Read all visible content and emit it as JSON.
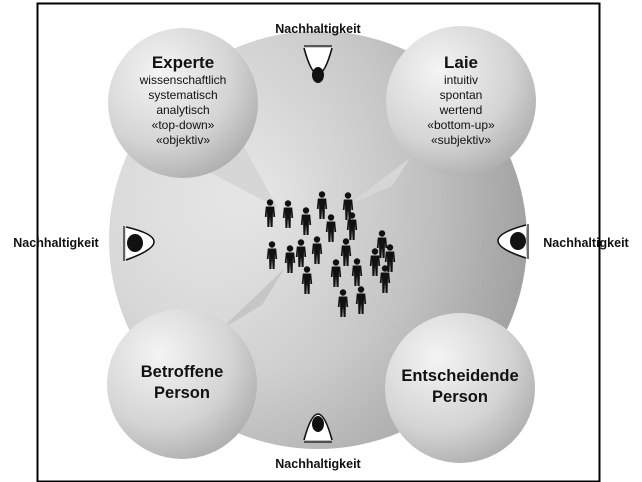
{
  "labels": {
    "top": "Nachhaltigkeit",
    "left": "Nachhaltigkeit",
    "right": "Nachhaltigkeit",
    "bottom": "Nachhaltigkeit"
  },
  "bubbles": {
    "experte": {
      "title": "Experte",
      "lines": [
        "wissenschaftlich",
        "systematisch",
        "analytisch",
        "«top-down»",
        "«objektiv»"
      ]
    },
    "laie": {
      "title": "Laie",
      "lines": [
        "intuitiv",
        "spontan",
        "wertend",
        "«bottom-up»",
        "«subjektiv»"
      ]
    },
    "betroffene": {
      "lines": [
        "Betroffene",
        "Person"
      ]
    },
    "entscheidende": {
      "lines": [
        "Entscheidende",
        "Person"
      ]
    }
  },
  "icons": {
    "eyes": [
      "eye-top-icon",
      "eye-left-icon",
      "eye-right-icon",
      "eye-bottom-icon"
    ],
    "center": "crowd-icon"
  }
}
